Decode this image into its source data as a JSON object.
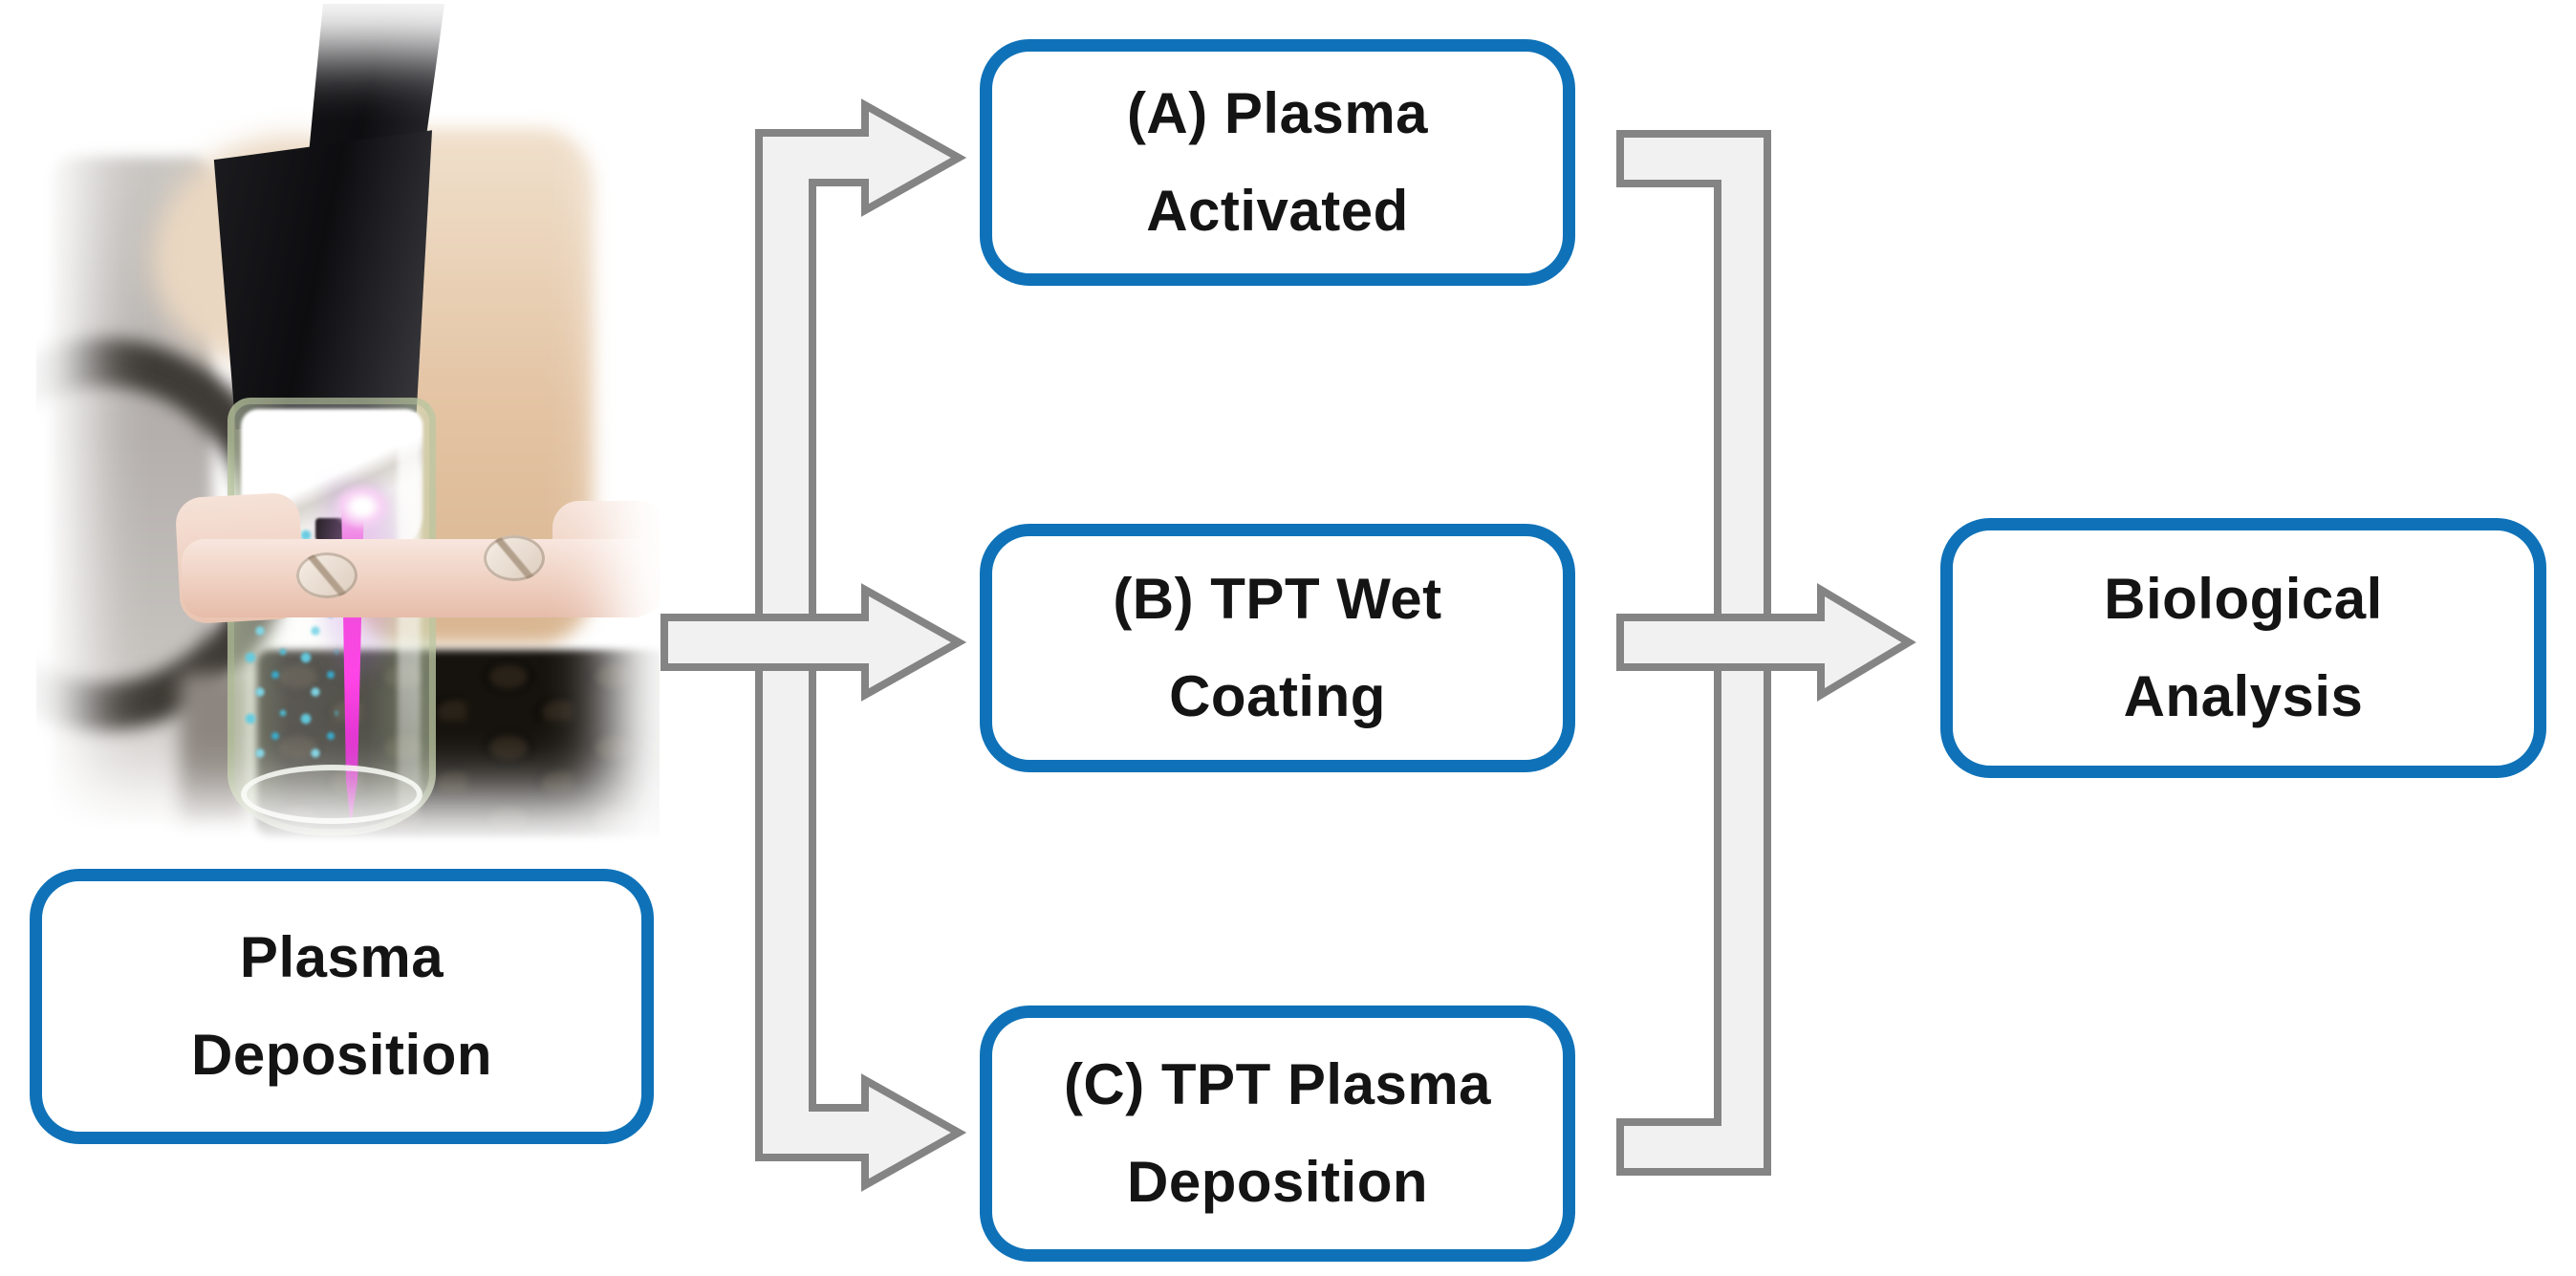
{
  "palette": {
    "background": "#ffffff",
    "node_border_blue": "#0f72b8",
    "node_fill": "#ffffff",
    "text_color": "#141414",
    "connector_fill": "#f1f1f1",
    "connector_stroke": "#848484"
  },
  "photo": {
    "description": "Close-up photograph of an atmospheric plasma jet: a black nozzle inserted into a glass vial held by a peach-colored plastic clamp, with a bright magenta plasma plume glowing inside the vial above a dark perforated table surface"
  },
  "nodes": {
    "source": {
      "line1": "Plasma",
      "line2": "Deposition"
    },
    "branch_a": {
      "line1": "(A) Plasma",
      "line2": "Activated"
    },
    "branch_b": {
      "line1": "(B) TPT Wet",
      "line2": "Coating"
    },
    "branch_c": {
      "line1": "(C) TPT Plasma",
      "line2": "Deposition"
    },
    "sink": {
      "line1": "Biological",
      "line2": "Analysis"
    }
  },
  "connections": [
    {
      "from": "Plasma Deposition",
      "to": "(A) Plasma Activated"
    },
    {
      "from": "Plasma Deposition",
      "to": "(B) TPT Wet Coating"
    },
    {
      "from": "Plasma Deposition",
      "to": "(C) TPT Plasma Deposition"
    },
    {
      "from": "(A) Plasma Activated",
      "to": "Biological Analysis"
    },
    {
      "from": "(B) TPT Wet Coating",
      "to": "Biological Analysis"
    },
    {
      "from": "(C) TPT Plasma Deposition",
      "to": "Biological Analysis"
    }
  ]
}
